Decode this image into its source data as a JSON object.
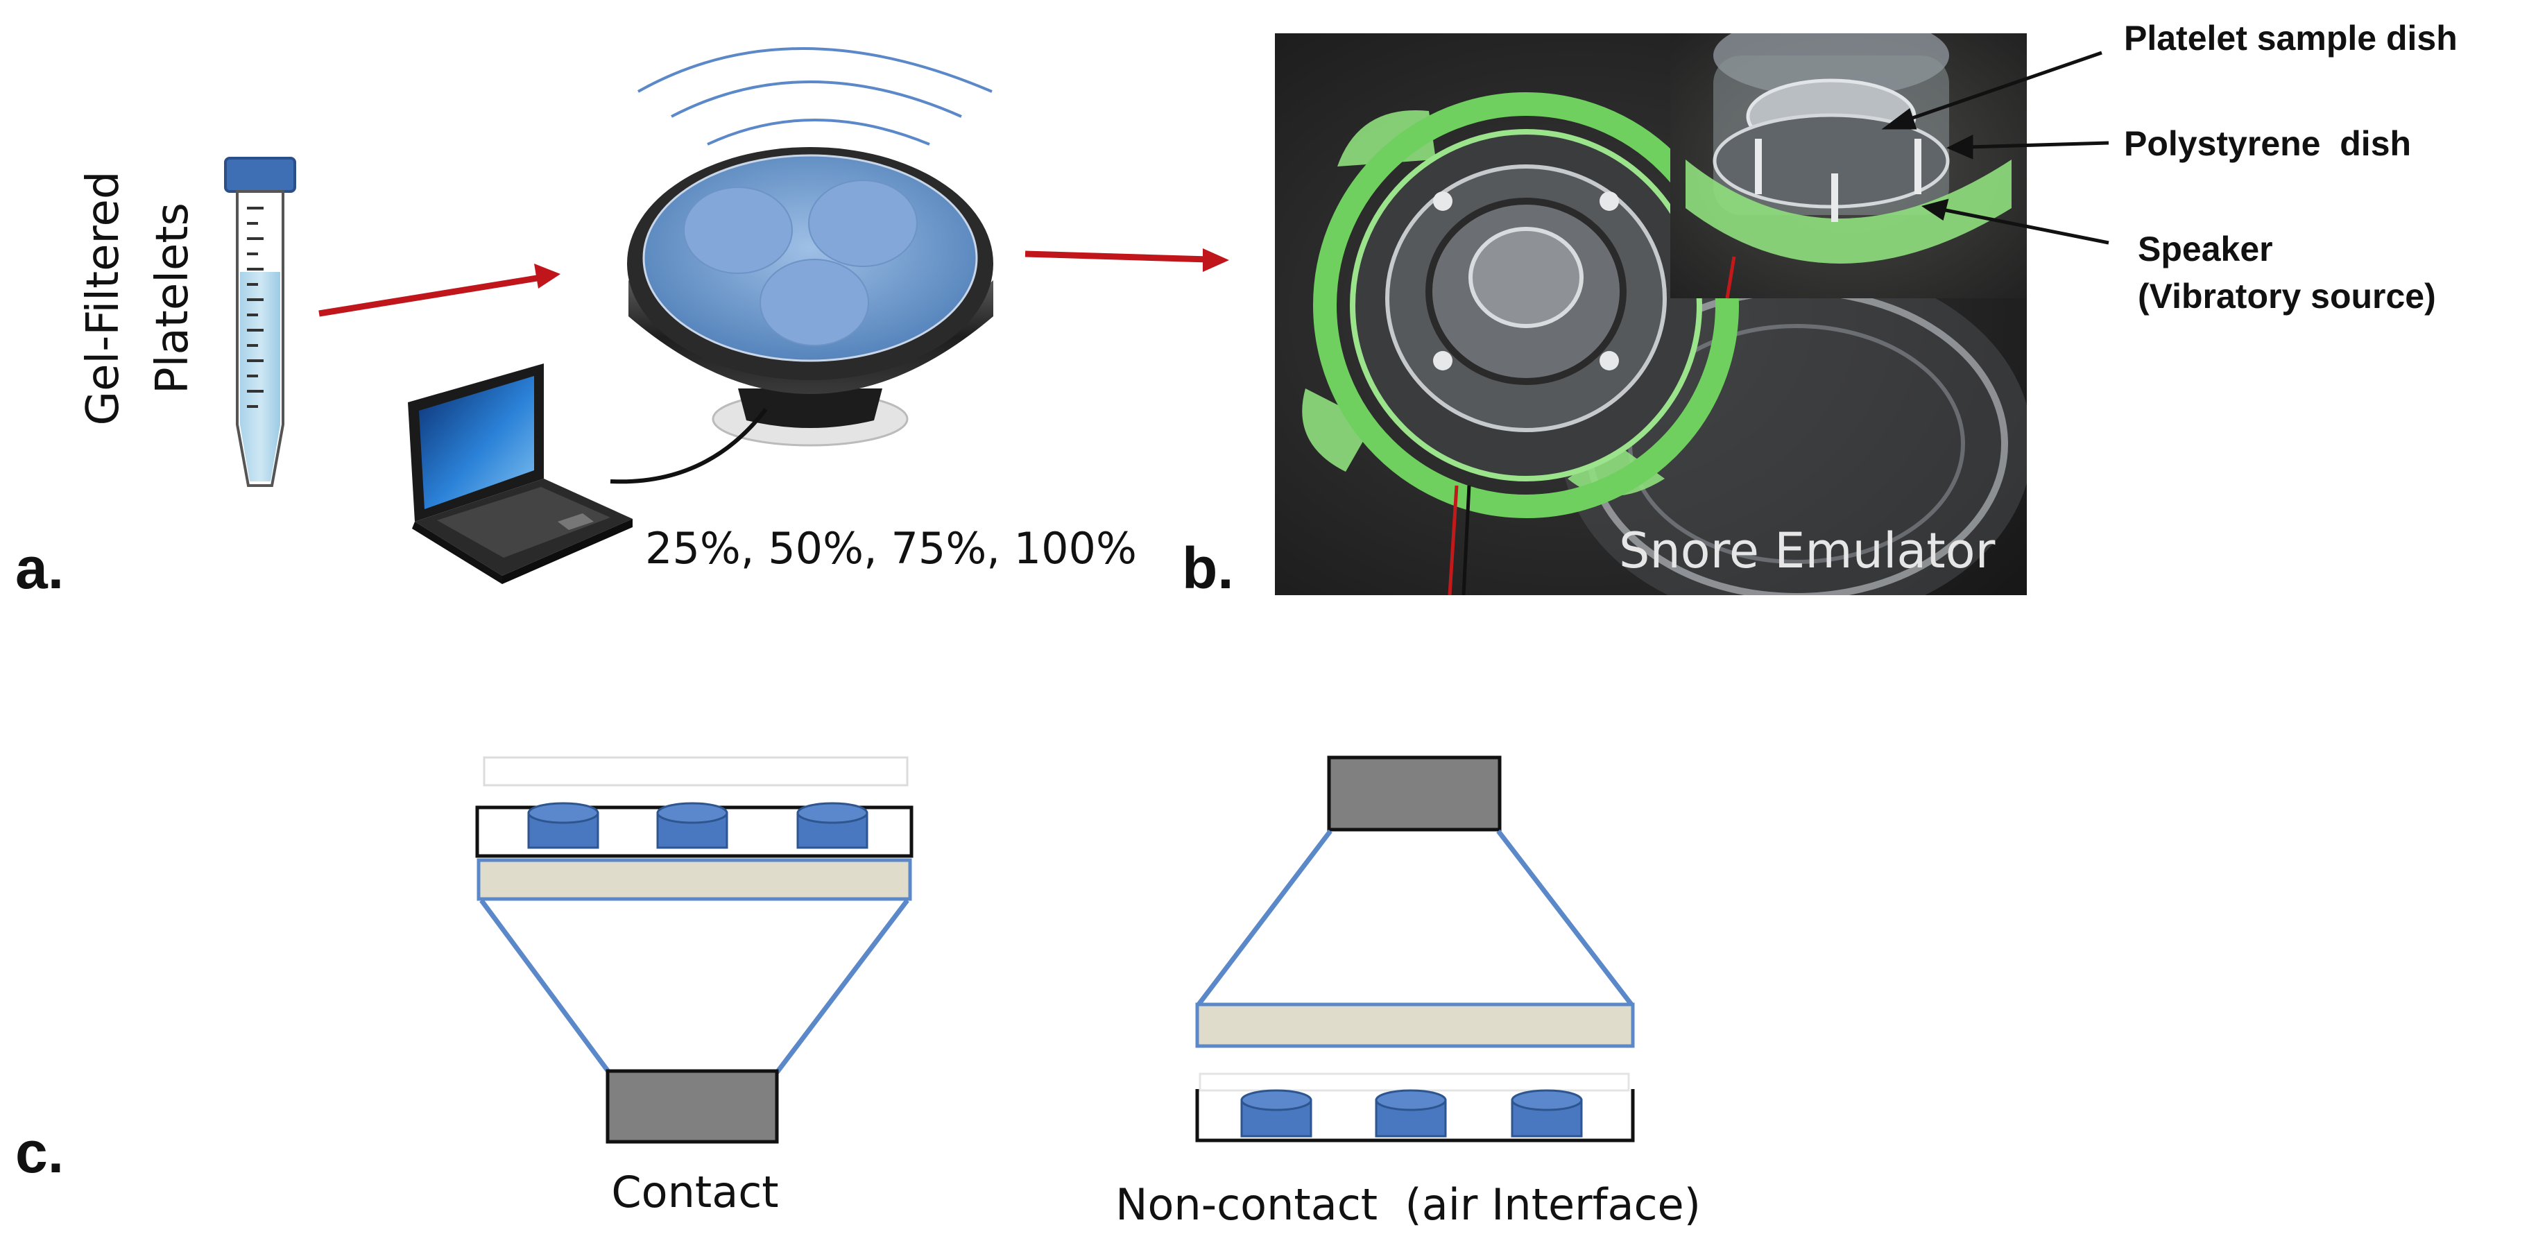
{
  "panels": {
    "a": {
      "label": "a.",
      "tube_label_line1": "Gel-Filtered",
      "tube_label_line2": "Platelets",
      "levels_text": "25%, 50%, 75%, 100%"
    },
    "b": {
      "label": "b.",
      "photo_caption": "Snore Emulator",
      "callouts": {
        "sample_dish": "Platelet sample dish",
        "polystyrene_dish": "Polystyrene  dish",
        "speaker_line1": "Speaker",
        "speaker_line2": "(Vibratory source)"
      }
    },
    "c": {
      "label": "c.",
      "contact_caption": "Contact",
      "noncontact_caption": "Non-contact  (air Interface)"
    }
  },
  "colors": {
    "arrow": "#c0161b",
    "well_blue": "#4a78c0",
    "speaker_line": "#5b88c8",
    "plate_fill": "#e0dccb",
    "speaker_box": "#808080",
    "lid_green": "#7ad66a"
  }
}
